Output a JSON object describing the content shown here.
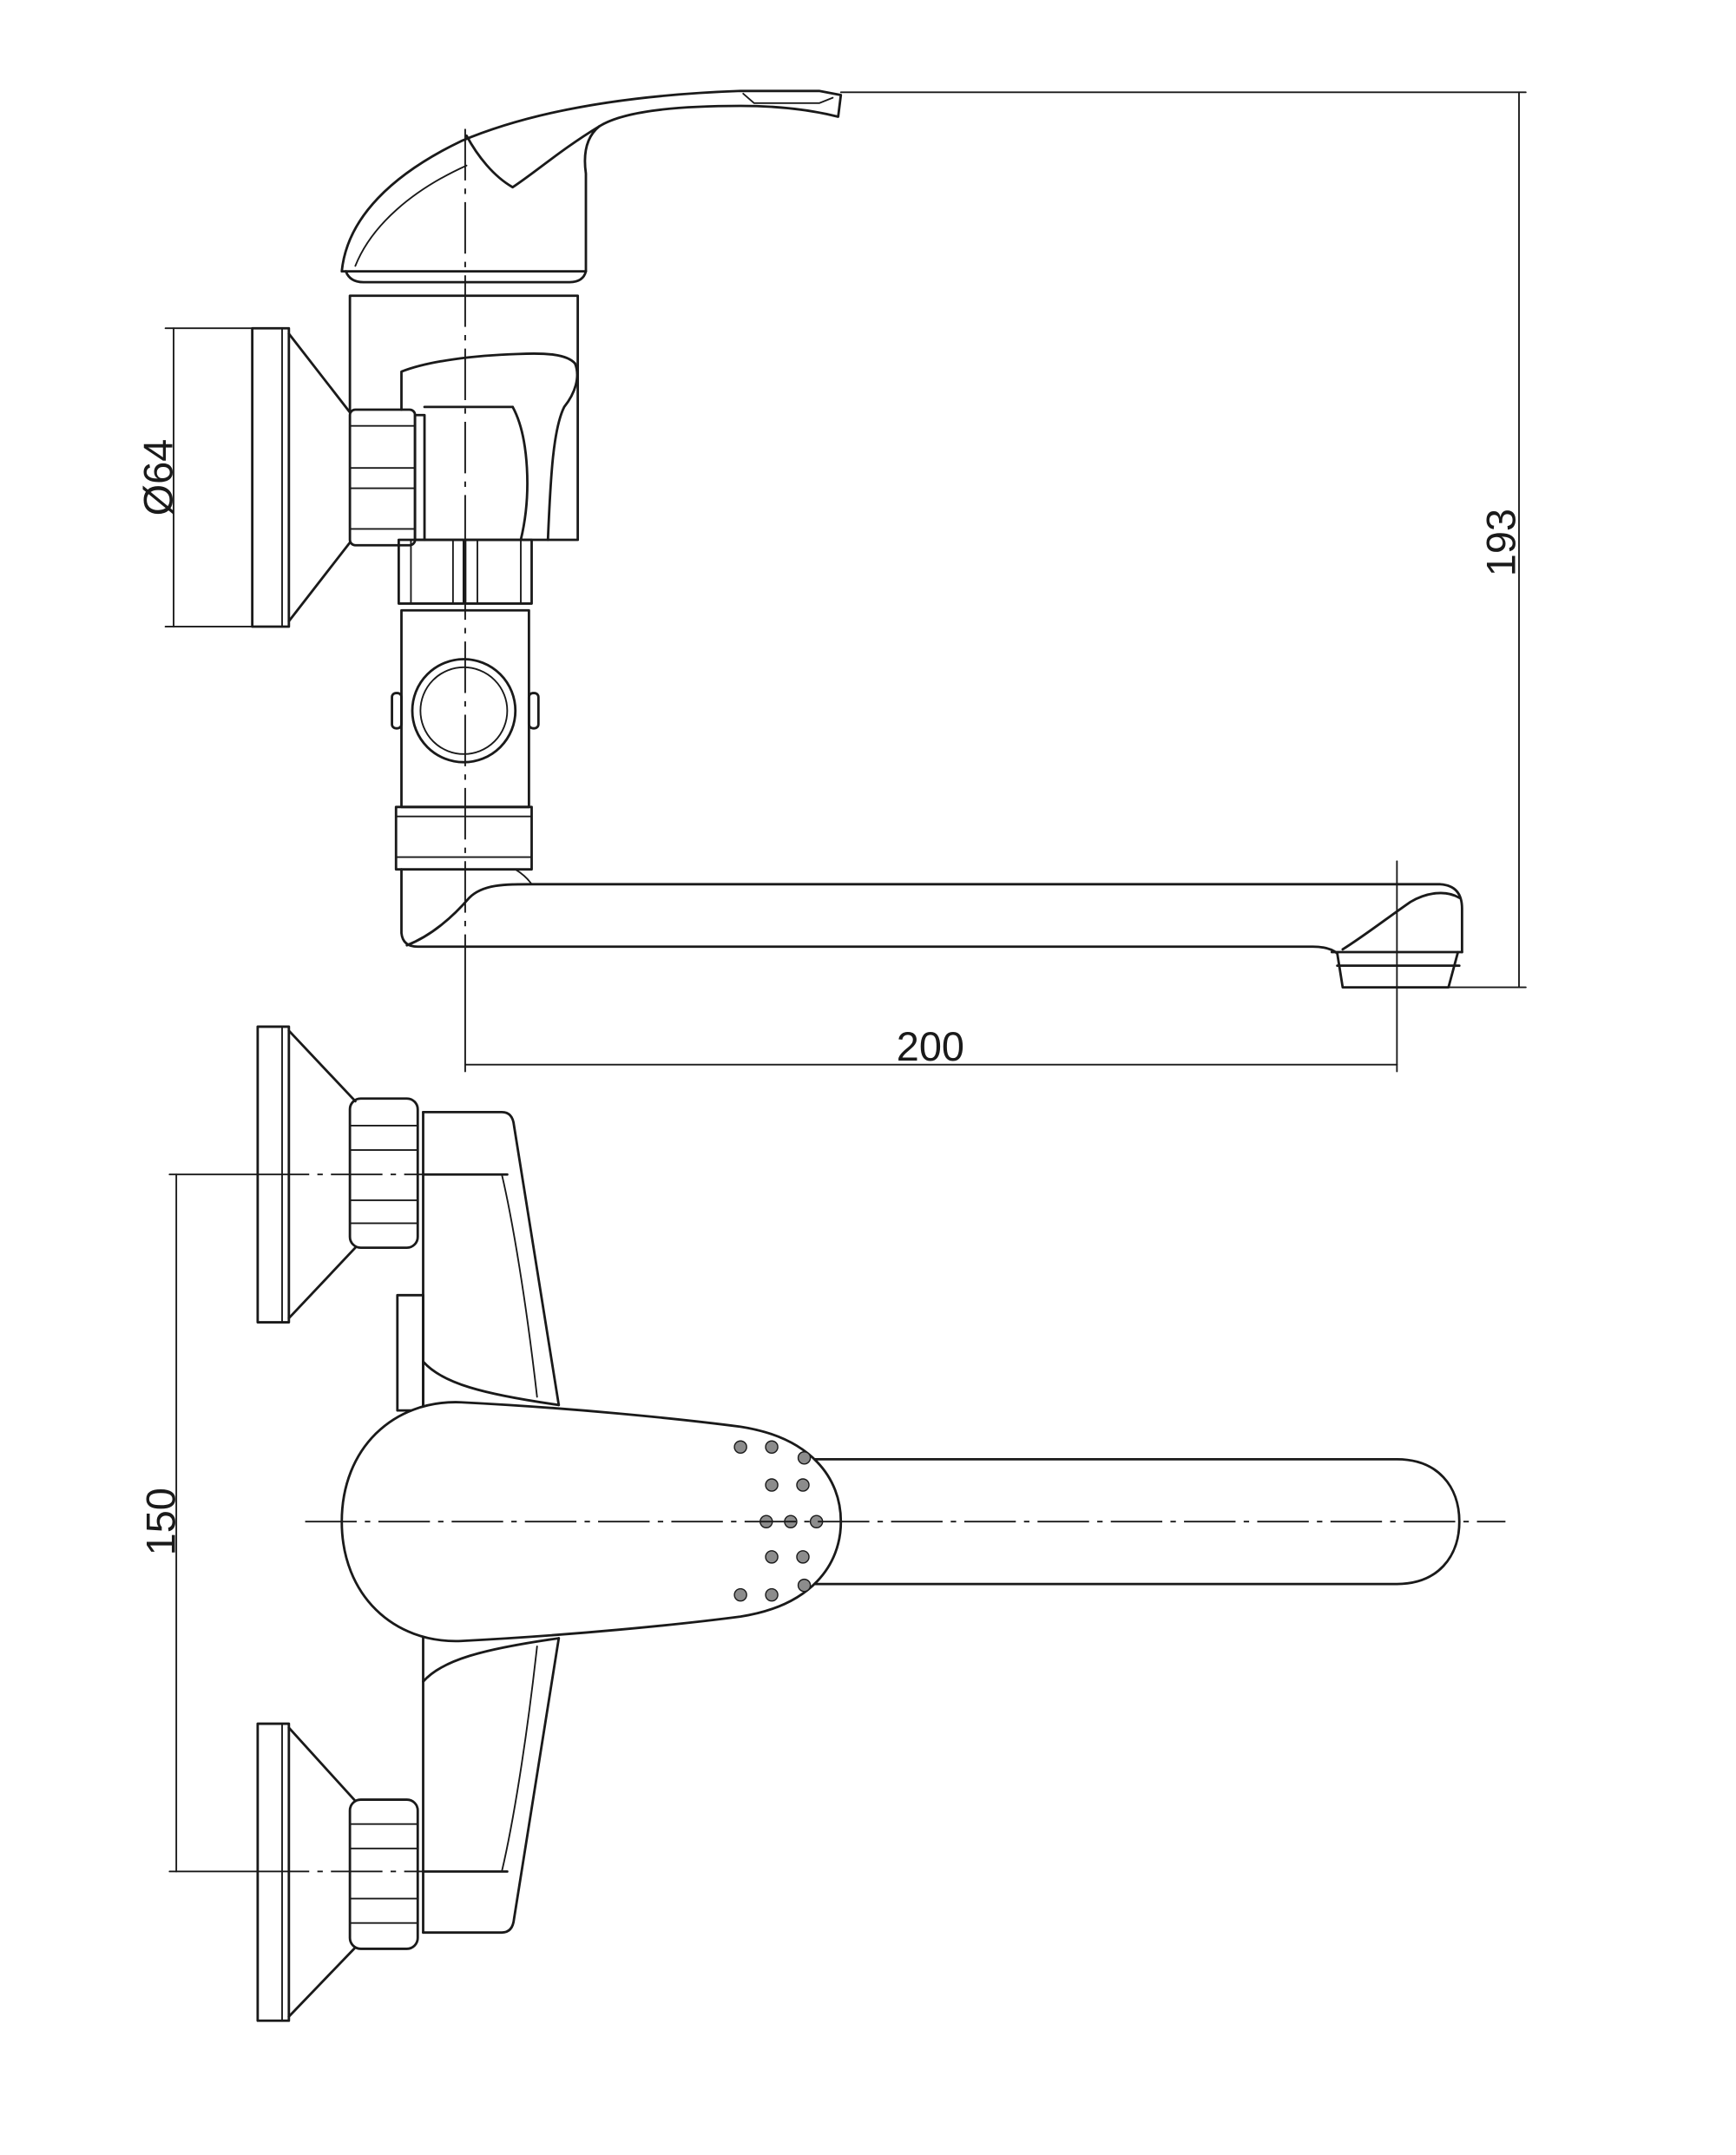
{
  "drawing": {
    "dimensions": {
      "flange_diameter": "Ø64",
      "total_height": "193",
      "spout_reach": "200",
      "center_distance": "150"
    },
    "colors": {
      "line": "#1a1a1a",
      "background": "#ffffff",
      "aerator_dot": "#8c8c8c"
    }
  }
}
